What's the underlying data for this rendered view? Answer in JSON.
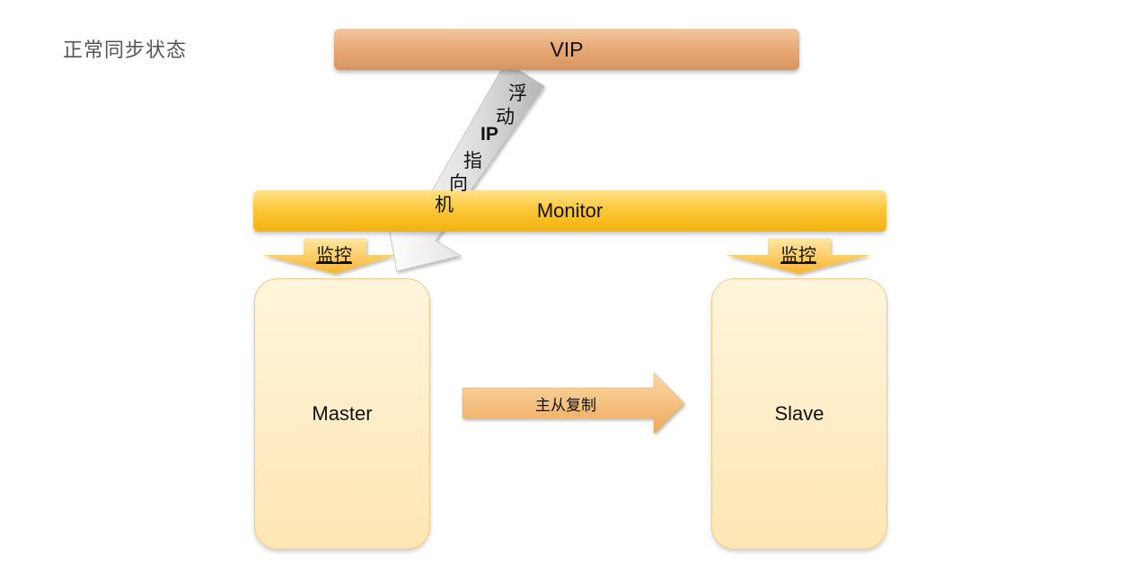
{
  "page": {
    "title": "正常同步状态"
  },
  "vip": {
    "label": "VIP"
  },
  "monitor": {
    "label": "Monitor",
    "watch_label_left": "监控",
    "watch_label_right": "监控"
  },
  "floating_ip": {
    "chars": [
      "浮",
      "动",
      "IP",
      "指",
      "向",
      "机"
    ]
  },
  "master": {
    "label": "Master"
  },
  "slave": {
    "label": "Slave"
  },
  "replication": {
    "label": "主从复制"
  },
  "colors": {
    "vip_fill": "#e8aa78",
    "monitor_fill": "#fcc83a",
    "server_fill": "#ffe6b4",
    "watch_arrow": "#fbc04a",
    "replication_arrow": "#f2b46a",
    "float_arrow": "#cfcfcf"
  }
}
